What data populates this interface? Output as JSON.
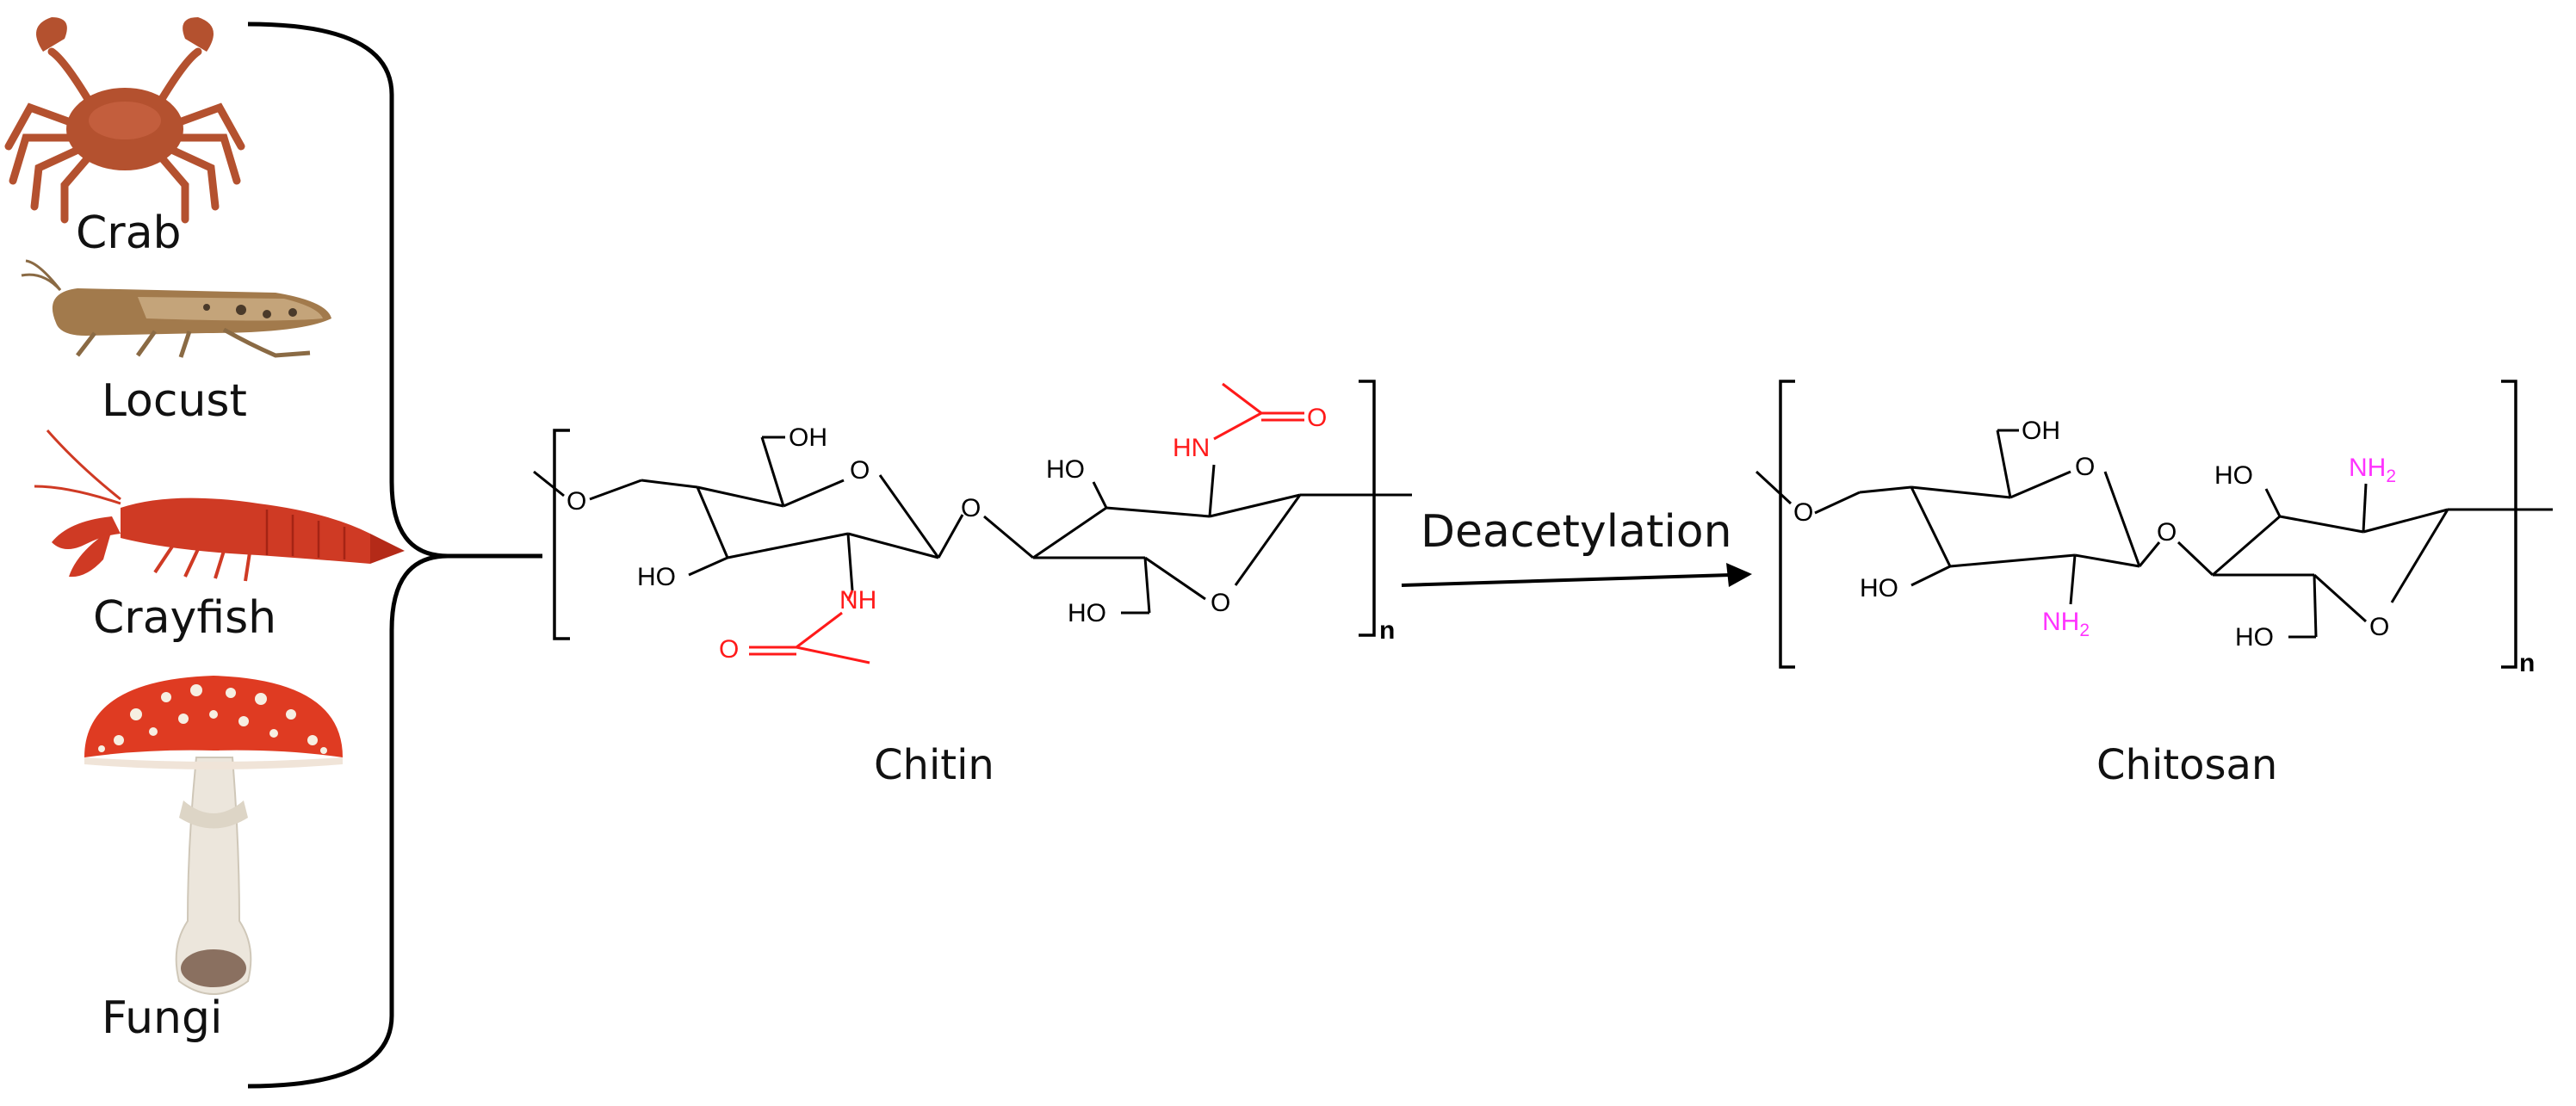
{
  "sources": [
    {
      "label": "Crab",
      "icon": "crab-icon"
    },
    {
      "label": "Locust",
      "icon": "locust-icon"
    },
    {
      "label": "Crayfish",
      "icon": "crayfish-icon"
    },
    {
      "label": "Fungi",
      "icon": "mushroom-icon"
    }
  ],
  "reaction": {
    "label": "Deacetylation"
  },
  "chitin": {
    "caption": "Chitin",
    "repeat": "n",
    "atoms": {
      "o": "O",
      "oh": "OH",
      "ho": "HO",
      "nh": "NH",
      "hn": "HN"
    }
  },
  "chitosan": {
    "caption": "Chitosan",
    "repeat": "n",
    "atoms": {
      "o": "O",
      "oh": "OH",
      "ho": "HO",
      "nh": "NH",
      "sub2": "2"
    }
  },
  "colors": {
    "crab": "#b4512f",
    "locust": "#a27a4c",
    "crayfish": "#cf3a24",
    "mushroom_cap": "#df3b22",
    "mushroom_stem": "#ece6dc",
    "acetyl": "#ff1a1a",
    "amine": "#ff33ff"
  }
}
